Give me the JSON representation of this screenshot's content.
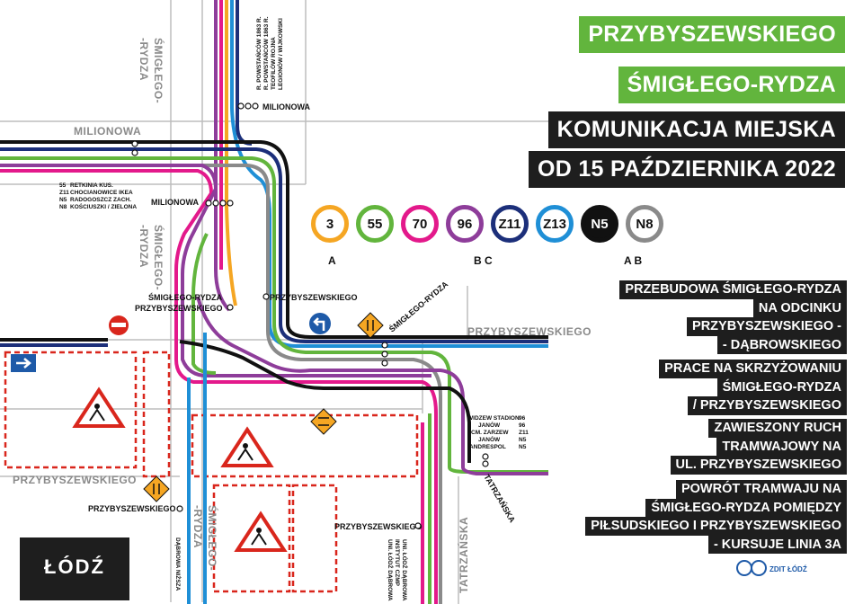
{
  "title": {
    "line1": "PRZYBYSZEWSKIEGO",
    "line2": "ŚMIGŁEGO-RYDZA",
    "line3": "KOMUNIKACJA MIEJSKA",
    "line4": "OD 15 PAŹDZIERNIKA 2022"
  },
  "lines": [
    {
      "label": "3",
      "color": "#f5a623",
      "sub": "A"
    },
    {
      "label": "55",
      "color": "#62b53d",
      "sub": ""
    },
    {
      "label": "70",
      "color": "#e3198b",
      "sub": ""
    },
    {
      "label": "96",
      "color": "#8e3d9a",
      "sub": "B C"
    },
    {
      "label": "Z11",
      "color": "#1c2f7a",
      "sub": ""
    },
    {
      "label": "Z13",
      "color": "#1f8fd6",
      "sub": ""
    },
    {
      "label": "N5",
      "color": "#111111",
      "sub": "A B"
    },
    {
      "label": "N8",
      "color": "#8a8a8a",
      "sub": ""
    }
  ],
  "info": [
    [
      "PRZEBUDOWA ŚMIGŁEGO-RYDZA",
      "NA ODCINKU",
      "PRZYBYSZEWSKIEGO -",
      "- DĄBROWSKIEGO"
    ],
    [
      "PRACE NA SKRZYŻOWANIU",
      "ŚMIGŁEGO-RYDZA",
      "/ PRZYBYSZEWSKIEGO"
    ],
    [
      "ZAWIESZONY RUCH",
      "TRAMWAJOWY NA",
      "UL. PRZYBYSZEWSKIEGO"
    ],
    [
      "POWRÓT TRAMWAJU NA",
      "ŚMIGŁEGO-RYDZA POMIĘDZY",
      "PIŁSUDSKIEGO I PRZYBYSZEWSKIEGO",
      "- KURSUJE LINIA 3A"
    ]
  ],
  "streets": {
    "milionowa": "MILIONOWA",
    "smiglego": "ŚMIGŁEGO-",
    "rydza": "-RYDZA",
    "smiglego_full": "ŚMIGŁEGO-RYDZA",
    "przybyszewskiego": "PRZYBYSZEWSKIEGO",
    "tatrzanska": "TATRZAŃSKA"
  },
  "stops": {
    "milionowa_top": "MILIONOWA",
    "milionowa_mid": "MILIONOWA",
    "smiglego_przyb_1": "ŚMIGŁEGO-RYDZA",
    "smiglego_przyb_2": "PRZYBYSZEWSKIEGO",
    "przyb_right": "PRZYBYSZEWSKIEGO",
    "smiglego_right": "ŚMIGŁEGO-RYDZA",
    "przyb_bottom_left": "PRZYBYSZEWSKIEGO",
    "przyb_bottom_mid": "PRZYBYSZEWSKIEGO",
    "tatrzanska": "TATRZAŃSKA"
  },
  "destinations": {
    "left": [
      {
        "line": "55",
        "text": "RETKINIA KUS."
      },
      {
        "line": "Z11",
        "text": "CHOCIANOWICE IKEA"
      },
      {
        "line": "N5",
        "text": "RADOGOSZCZ ZACH."
      },
      {
        "line": "N8",
        "text": "KOŚCIUSZKI / ZIELONA"
      }
    ],
    "right": [
      {
        "line": "96",
        "text": "WIDZEW STADION"
      },
      {
        "line": "96",
        "text": "JANÓW"
      },
      {
        "line": "Z11",
        "text": "CM. ZARZEW"
      },
      {
        "line": "N5",
        "text": "JANÓW"
      },
      {
        "line": "N5",
        "text": "ANDRESPOL"
      }
    ],
    "top": [
      "R. POWSTAŃCÓW 1863 R.",
      "R. POWSTAŃCÓW 1863 R.",
      "TEOFILÓW ROJNA",
      "LEGIONÓW / WIJKOWSKI"
    ],
    "bottom": [
      "UNI. ŁÓDŹ DĄBROWA",
      "INSTYTUT CZMP",
      "UNI. ŁÓDŹ DĄBROWA"
    ],
    "bottom_left": "DĄBROWA NIŻSZA"
  },
  "colors": {
    "orange": "#f5a623",
    "green": "#62b53d",
    "magenta": "#e3198b",
    "purple": "#8e3d9a",
    "navy": "#1c2f7a",
    "blue": "#1f8fd6",
    "black": "#111111",
    "grey": "#8a8a8a",
    "title_green": "#62b53d",
    "title_black": "#1e1e1e",
    "work_red": "#d9261c"
  },
  "logo": {
    "city": "ŁÓDŹ",
    "zdit": "ZDIT ŁÓDŹ"
  },
  "icons": [
    "no-entry-icon",
    "one-way-arrow-icon",
    "turn-left-icon",
    "two-way-traffic-icon",
    "roadworks-icon"
  ]
}
